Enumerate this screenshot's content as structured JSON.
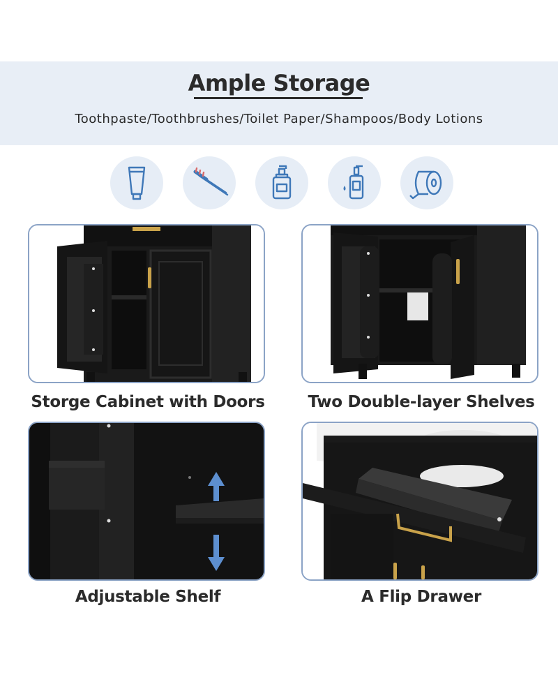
{
  "header": {
    "title": "Ample Storage",
    "subtitle": "Toothpaste/Toothbrushes/Toilet Paper/Shampoos/Body Lotions"
  },
  "icons": [
    {
      "name": "toothpaste-tube-icon"
    },
    {
      "name": "toothbrush-icon"
    },
    {
      "name": "soap-dispenser-icon"
    },
    {
      "name": "lotion-pump-icon"
    },
    {
      "name": "toilet-paper-icon"
    }
  ],
  "panels": [
    {
      "caption": "Storge Cabinet with Doors"
    },
    {
      "caption": "Two Double-layer Shelves"
    },
    {
      "caption": "Adjustable Shelf"
    },
    {
      "caption": "A Flip Drawer"
    }
  ],
  "colors": {
    "band": "#e8eef6",
    "icon_bg": "#e6edf6",
    "icon_stroke": "#3f78b8",
    "panel_border": "#8ba3c6",
    "cabinet": "#141414",
    "handle_gold": "#c9a24a",
    "arrow_blue": "#5d8fd0"
  }
}
